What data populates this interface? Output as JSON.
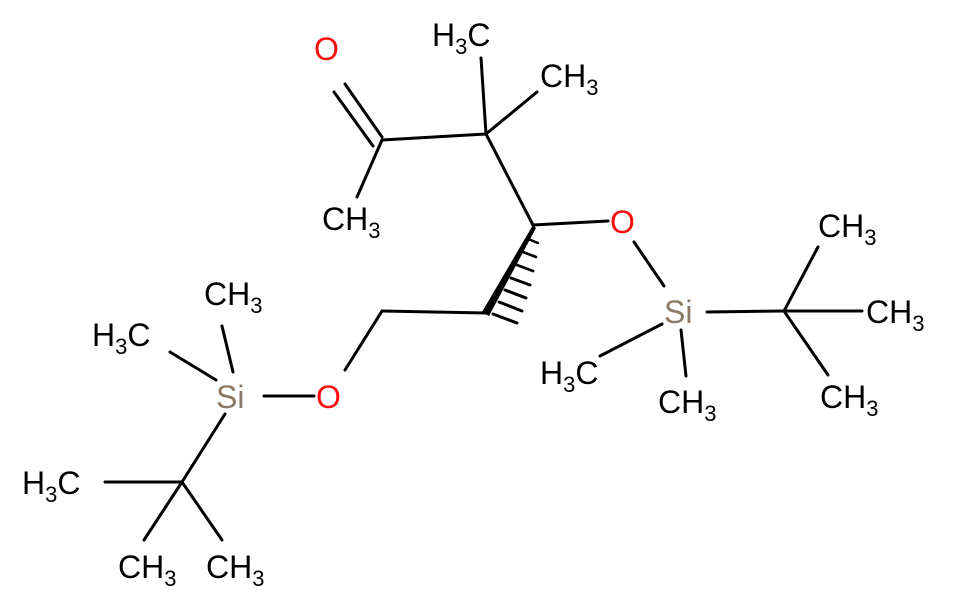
{
  "colors": {
    "carbon": "#000000",
    "oxygen": "#ff0d0d",
    "silicon": "#8c7a66",
    "background": "#ffffff"
  },
  "groups": {
    "methyl": {
      "main": "CH",
      "sub": "3"
    },
    "methyl_left": {
      "main": "H",
      "sub": "3",
      "tail": "C"
    }
  },
  "atoms": {
    "carbonyl_oxygen": "O",
    "ether_oxygen_right": "O",
    "ether_oxygen_left": "O",
    "silicon_right": "Si",
    "silicon_left": "Si"
  }
}
